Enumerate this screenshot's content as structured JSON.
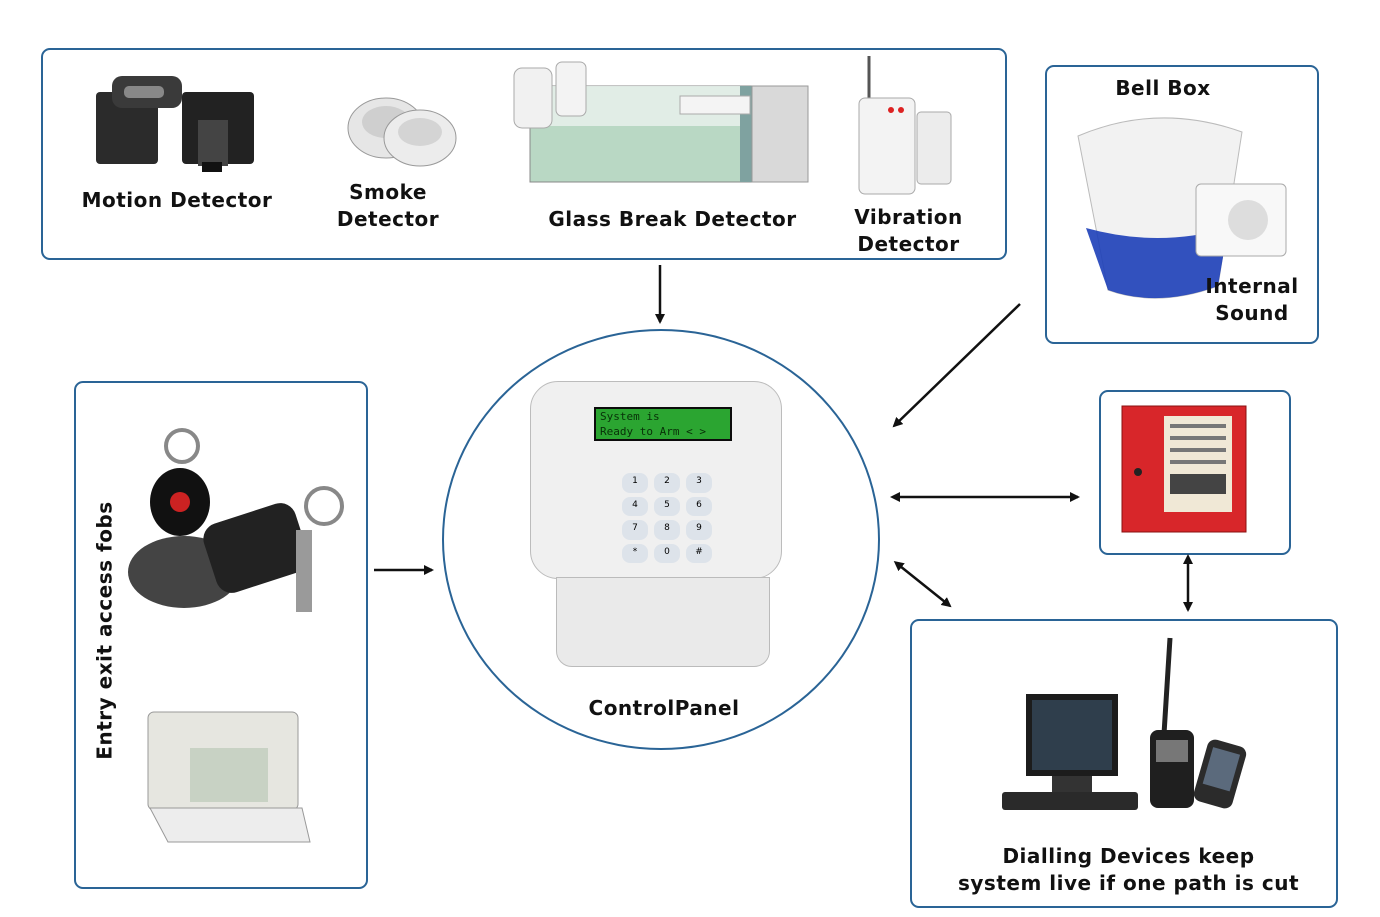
{
  "sensors": {
    "motion": "Motion Detector",
    "smoke": "Smoke\nDetector",
    "glass": "Glass Break Detector",
    "vibration": "Vibration\nDetector"
  },
  "bell": {
    "title": "Bell Box",
    "internal": "Internal\nSound"
  },
  "fobs": {
    "label": "Entry exit access fobs"
  },
  "control": {
    "label": "ControlPanel",
    "lcd_line1": "System is",
    "lcd_line2": "Ready to Arm  < >",
    "keys": [
      "1",
      "2",
      "3",
      "4",
      "5",
      "6",
      "7",
      "8",
      "9",
      "*",
      "0",
      "#"
    ]
  },
  "dialling": {
    "label": "Dialling Devices keep\nsystem live if one path is cut"
  },
  "colors": {
    "border": "#2a6496",
    "fire_panel": "#d8262a",
    "siren_blue": "#1d3fb8"
  }
}
